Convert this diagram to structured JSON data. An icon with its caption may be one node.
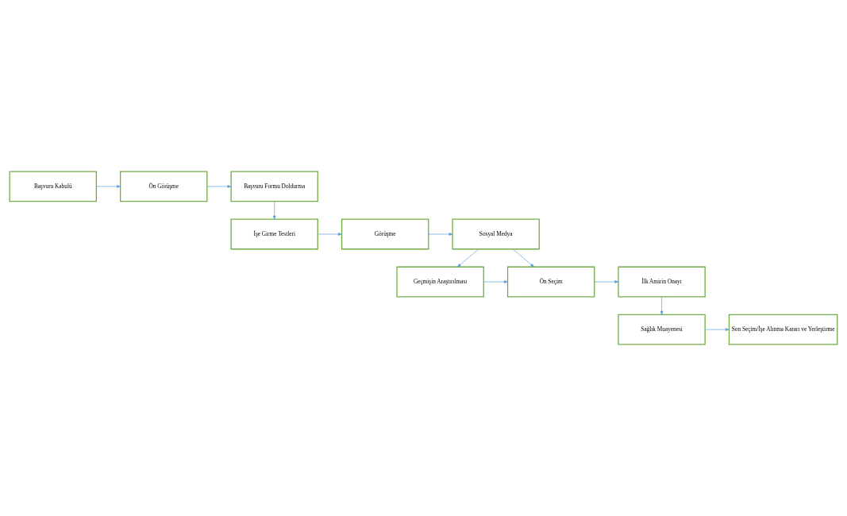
{
  "diagram": {
    "nodes": [
      {
        "text": [
          "Başvuru Kabulü"
        ]
      },
      {
        "text": [
          "Ön Görüşme"
        ]
      },
      {
        "text": [
          "Başvuru Formu Doldurma"
        ]
      },
      {
        "text": [
          "İşe Girme Testleri"
        ]
      },
      {
        "text": [
          "Görüşme"
        ]
      },
      {
        "text": [
          "Sosyal Medya"
        ]
      },
      {
        "text": [
          "Geçmişin Araştırılması"
        ]
      },
      {
        "text": [
          "Ön Seçim"
        ]
      },
      {
        "text": [
          "İlk Amirin Onayı"
        ]
      },
      {
        "text": [
          "Sağlık Muayenesi"
        ]
      },
      {
        "text": [
          "Son Seçim/İşe Alınma Kararı ve Yerleştirme"
        ]
      }
    ],
    "edges": [
      {
        "from": 0,
        "to": 1,
        "arrow": "to"
      },
      {
        "from": 1,
        "to": 2,
        "arrow": "to"
      },
      {
        "from": 2,
        "to": 3,
        "arrow": "to"
      },
      {
        "from": 3,
        "to": 4,
        "arrow": "to"
      },
      {
        "from": 4,
        "to": 5,
        "arrow": "to"
      },
      {
        "from": 5,
        "to": 6,
        "arrow": "to"
      },
      {
        "from": 5,
        "to": 7,
        "arrow": "to"
      },
      {
        "from": 6,
        "to": 7,
        "arrow": "to"
      },
      {
        "from": 7,
        "to": 8,
        "arrow": "to"
      },
      {
        "from": 8,
        "to": 9,
        "arrow": "to"
      },
      {
        "from": 9,
        "to": 10,
        "arrow": "to"
      }
    ]
  }
}
